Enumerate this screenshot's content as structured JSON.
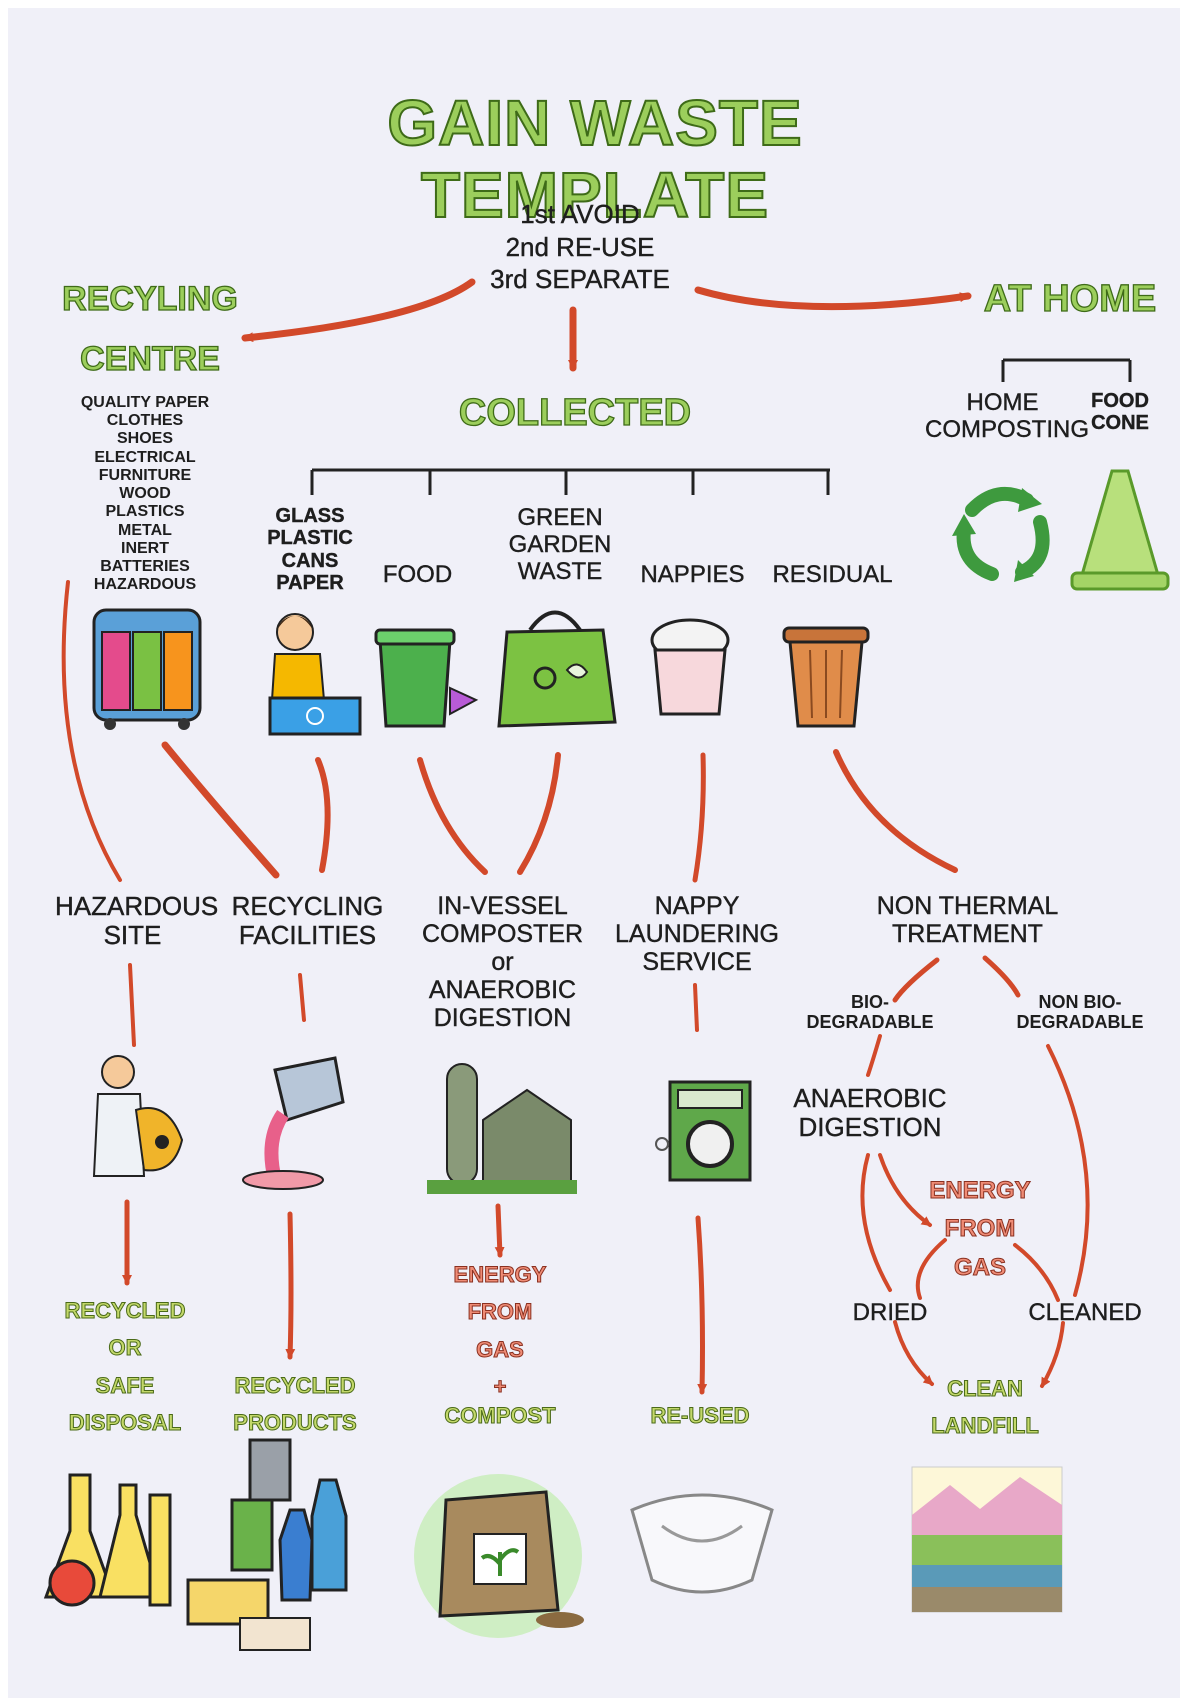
{
  "title": "GAIN WASTE TEMPLATE",
  "priorities": "1st AVOID\n2nd RE-USE\n3rd SEPARATE",
  "recycling_centre": {
    "heading_line1": "RECYLING",
    "heading_line2": "CENTRE",
    "items": "QUALITY PAPER\nCLOTHES\nSHOES\nELECTRICAL\nFURNITURE\nWOOD\nPLASTICS\nMETAL\nINERT\nBATTERIES\nHAZARDOUS"
  },
  "collected": {
    "heading": "COLLECTED",
    "categories": [
      "GLASS\nPLASTIC\nCANS\nPAPER",
      "FOOD",
      "GREEN\nGARDEN\nWASTE",
      "NAPPIES",
      "RESIDUAL"
    ]
  },
  "at_home": {
    "heading": "AT HOME",
    "options": [
      "HOME\nCOMPOSTING",
      "FOOD\nCONE"
    ]
  },
  "treatments": [
    "HAZARDOUS\nSITE",
    "RECYCLING\nFACILITIES",
    "IN-VESSEL\nCOMPOSTER\nor\nANAEROBIC\nDIGESTION",
    "NAPPY\nLAUNDERING\nSERVICE",
    "NON THERMAL\nTREATMENT"
  ],
  "non_thermal": {
    "bio": "BIO-\nDEGRADABLE",
    "non_bio": "NON BIO-\nDEGRADABLE",
    "anaerobic": "ANAEROBIC\nDIGESTION",
    "energy": "ENERGY\nFROM\nGAS",
    "dried": "DRIED",
    "cleaned": "CLEANED"
  },
  "outcomes": [
    "RECYCLED\nOR\nSAFE\nDISPOSAL",
    "RECYCLED\nPRODUCTS",
    "COMPOST",
    "RE-USED",
    "CLEAN\nLANDFILL"
  ],
  "digestion_outcome_energy": "ENERGY\nFROM\nGAS\n+",
  "colors": {
    "title_fill": "#9cce5c",
    "title_outline": "#3e6b18",
    "arrow": "#d2492a",
    "background": "#f0f0f8"
  },
  "icons": [
    "recycling-bins-icon",
    "recycling-girl-icon",
    "food-caddy-icon",
    "garden-bag-icon",
    "nappy-bin-icon",
    "residual-bin-icon",
    "compost-arrows-icon",
    "food-cone-icon",
    "hazmat-worker-icon",
    "molten-pour-icon",
    "farm-silo-icon",
    "washing-machine-icon",
    "flasks-icon",
    "recycled-products-icon",
    "compost-bag-icon",
    "nappy-icon",
    "landfill-icon"
  ]
}
